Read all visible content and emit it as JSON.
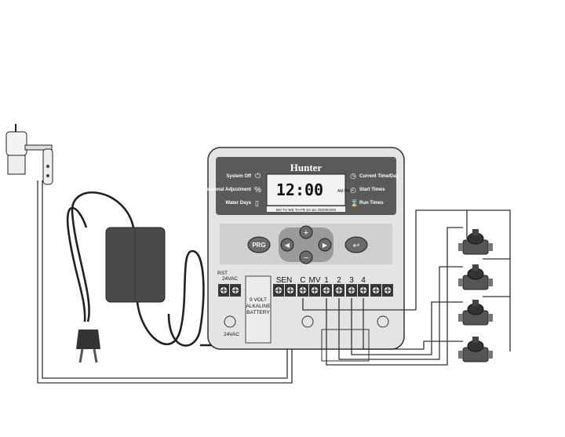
{
  "controller": {
    "brand": "Hunter",
    "display_time": "12:00",
    "am_pm": "AM PM",
    "days_strip": "MO TU WE TH FR SA SU ODD/EVEN",
    "left_labels": [
      "System Off",
      "Seasonal Adjustment",
      "Water Days"
    ],
    "right_labels": [
      "Current Time/Day",
      "Start Times",
      "Run Times"
    ],
    "buttons": {
      "program": "PRG"
    },
    "terminals": {
      "rst": "RST",
      "ac_top": "24VAC",
      "sen": "SEN",
      "c": "C",
      "mv": "MV",
      "zones": [
        "1",
        "2",
        "3",
        "4"
      ],
      "ac_bottom": "24VAC"
    },
    "battery_label": [
      "9 VOLT",
      "ALKALINE",
      "BATTERY"
    ]
  },
  "colors": {
    "panel": "#5a5a5c",
    "body": "#e4e4e4",
    "lcd": "#f2f2f2"
  }
}
